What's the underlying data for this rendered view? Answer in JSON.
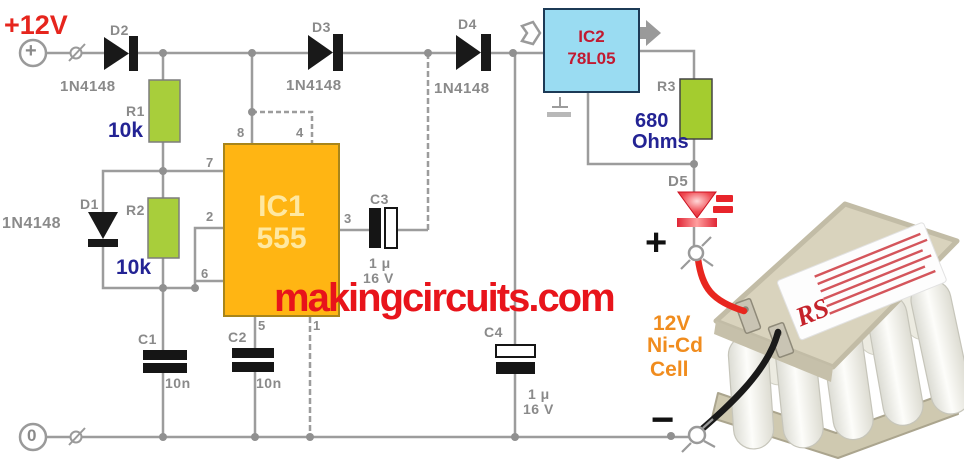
{
  "watermark": "makingcircuits.com",
  "supply": {
    "positive": "+12V",
    "plus_symbol": "+",
    "zero": "0"
  },
  "ic1": {
    "ref": "IC1",
    "part": "555",
    "pins": {
      "p1": "1",
      "p2": "2",
      "p3": "3",
      "p4": "4",
      "p5": "5",
      "p6": "6",
      "p7": "7",
      "p8": "8"
    }
  },
  "ic2": {
    "ref": "IC2",
    "part": "78L05"
  },
  "diodes": {
    "d1": {
      "ref": "D1",
      "part": "1N4148"
    },
    "d2": {
      "ref": "D2",
      "part": "1N4148"
    },
    "d3": {
      "ref": "D3",
      "part": "1N4148"
    },
    "d4": {
      "ref": "D4",
      "part": "1N4148"
    },
    "d5": {
      "ref": "D5"
    }
  },
  "resistors": {
    "r1": {
      "ref": "R1",
      "value": "10k"
    },
    "r2": {
      "ref": "R2",
      "value": "10k"
    },
    "r3": {
      "ref": "R3",
      "value": "680",
      "unit": "Ohms"
    }
  },
  "capacitors": {
    "c1": {
      "ref": "C1",
      "value": "10n"
    },
    "c2": {
      "ref": "C2",
      "value": "10n"
    },
    "c3": {
      "ref": "C3",
      "value": "1 μ",
      "voltage": "16 V"
    },
    "c4": {
      "ref": "C4",
      "value": "1 μ",
      "voltage": "16 V"
    }
  },
  "battery": {
    "plus": "+",
    "minus": "−",
    "line1": "12V",
    "line2": "Ni-Cd",
    "line3": "Cell",
    "brand": "RS"
  },
  "colors": {
    "wire": "#9c9c9c",
    "label": "#8a8a8a",
    "value_text": "#232394",
    "supply_red": "#E6251D",
    "orange": "#F08C1E",
    "watermark_red": "#E8141B",
    "ic1_fill": "#FFB513",
    "ic2_fill": "#9ADCF2",
    "resistor_fill": "#A8CE3B",
    "led_red": "#E8242B"
  }
}
